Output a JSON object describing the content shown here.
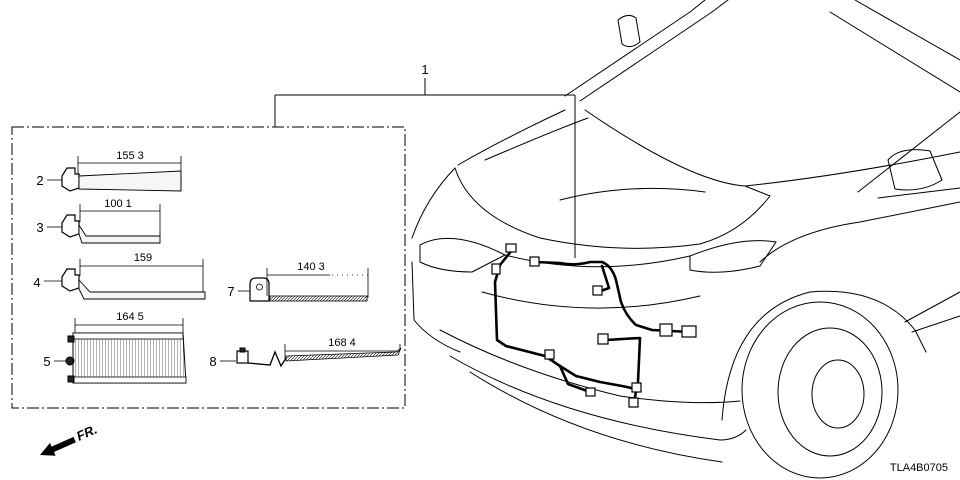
{
  "diagram": {
    "assembly_callout": "1",
    "parts": [
      {
        "callout": "2",
        "dimension": "155 3"
      },
      {
        "callout": "3",
        "dimension": "100 1"
      },
      {
        "callout": "4",
        "dimension": "159"
      },
      {
        "callout": "5",
        "dimension": "164 5"
      },
      {
        "callout": "7",
        "dimension": "140 3"
      },
      {
        "callout": "8",
        "dimension": "168 4"
      }
    ],
    "direction_label": "FR.",
    "diagram_code": "TLA4B0705"
  },
  "colors": {
    "line": "#000000",
    "background": "#ffffff"
  }
}
